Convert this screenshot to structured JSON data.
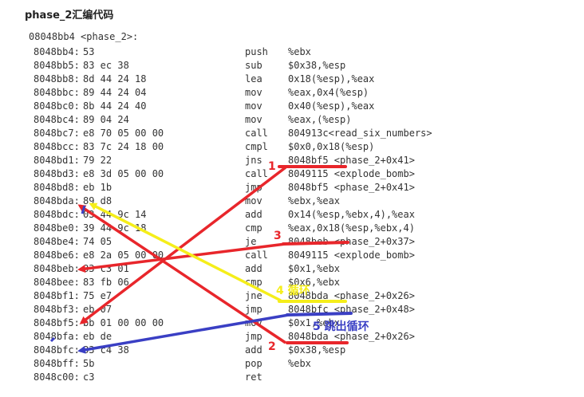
{
  "title": "phase_2汇编代码",
  "header": "08048bb4 <phase_2>:",
  "rows": [
    {
      "addr": "8048bb4:",
      "bytes": "53",
      "op": "push",
      "args": "%ebx"
    },
    {
      "addr": "8048bb5:",
      "bytes": "83 ec 38",
      "op": "sub",
      "args": "$0x38,%esp"
    },
    {
      "addr": "8048bb8:",
      "bytes": "8d 44 24 18",
      "op": "lea",
      "args": "0x18(%esp),%eax"
    },
    {
      "addr": "8048bbc:",
      "bytes": "89 44 24 04",
      "op": "mov",
      "args": "%eax,0x4(%esp)"
    },
    {
      "addr": "8048bc0:",
      "bytes": "8b 44 24 40",
      "op": "mov",
      "args": "0x40(%esp),%eax"
    },
    {
      "addr": "8048bc4:",
      "bytes": "89 04 24",
      "op": "mov",
      "args": "%eax,(%esp)"
    },
    {
      "addr": "8048bc7:",
      "bytes": "e8 70 05 00 00",
      "op": "call",
      "args": "804913c<read_six_numbers>"
    },
    {
      "addr": "8048bcc:",
      "bytes": "83 7c 24 18 00",
      "op": "cmpl",
      "args": "$0x0,0x18(%esp)"
    },
    {
      "addr": "8048bd1:",
      "bytes": "79 22",
      "op": "jns",
      "args": "8048bf5 <phase_2+0x41>"
    },
    {
      "addr": "8048bd3:",
      "bytes": "e8 3d 05 00 00",
      "op": "call",
      "args": "8049115 <explode_bomb>"
    },
    {
      "addr": "8048bd8:",
      "bytes": "eb 1b",
      "op": "jmp",
      "args": "8048bf5 <phase_2+0x41>"
    },
    {
      "addr": "8048bda:",
      "bytes": "89 d8",
      "op": "mov",
      "args": "%ebx,%eax"
    },
    {
      "addr": "8048bdc:",
      "bytes": "03 44 9c 14",
      "op": "add",
      "args": "0x14(%esp,%ebx,4),%eax"
    },
    {
      "addr": "8048be0:",
      "bytes": "39 44 9c 18",
      "op": "cmp",
      "args": "%eax,0x18(%esp,%ebx,4)"
    },
    {
      "addr": "8048be4:",
      "bytes": "74 05",
      "op": "je",
      "args": "8048beb <phase_2+0x37>"
    },
    {
      "addr": "8048be6:",
      "bytes": "e8 2a 05 00 00",
      "op": "call",
      "args": "8049115 <explode_bomb>"
    },
    {
      "addr": "8048beb:",
      "bytes": "83 c3 01",
      "op": "add",
      "args": "$0x1,%ebx"
    },
    {
      "addr": "8048bee:",
      "bytes": "83 fb 06",
      "op": "cmp",
      "args": "$0x6,%ebx"
    },
    {
      "addr": "8048bf1:",
      "bytes": "75 e7",
      "op": "jne",
      "args": "8048bda <phase_2+0x26>"
    },
    {
      "addr": "8048bf3:",
      "bytes": "eb 07",
      "op": "jmp",
      "args": "8048bfc <phase_2+0x48>"
    },
    {
      "addr": "8048bf5:",
      "bytes": "bb 01 00 00 00",
      "op": "mov",
      "args": "$0x1,%ebx"
    },
    {
      "addr": "8048bfa:",
      "bytes": "eb de",
      "op": "jmp",
      "args": "8048bda <phase_2+0x26>"
    },
    {
      "addr": "8048bfc:",
      "bytes": "83 c4 38",
      "op": "add",
      "args": "$0x38,%esp"
    },
    {
      "addr": "8048bff:",
      "bytes": "5b",
      "op": "pop",
      "args": "%ebx"
    },
    {
      "addr": "8048c00:",
      "bytes": "c3",
      "op": "ret",
      "args": ""
    }
  ],
  "annotations": {
    "a1": "1",
    "a2": "2",
    "a3": "3",
    "a4": "4 循环",
    "a5": "5 跳出循环"
  },
  "colors": {
    "red": "#e8262b",
    "yellow": "#f5ee1a",
    "blue": "#3a3fc4",
    "text": "#333333"
  }
}
